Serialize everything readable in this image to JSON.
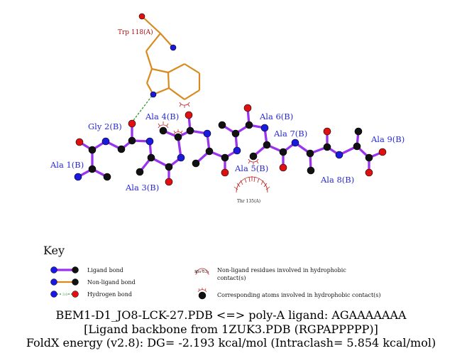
{
  "residues": {
    "trp118": "Trp 118(A)",
    "gly2": "Gly 2(B)",
    "ala1": "Ala 1(B)",
    "ala3": "Ala 3(B)",
    "ala4": "Ala 4(B)",
    "ala5": "Ala 5(B)",
    "ala6": "Ala 6(B)",
    "ala7": "Ala 7(B)",
    "ala8": "Ala 8(B)",
    "ala9": "Ala 9(B)",
    "thr135": "Thr 135(A)"
  },
  "key": {
    "title": "Key",
    "ligand_bond": "Ligand bond",
    "nonligand_bond": "Non-ligand bond",
    "hydrogen_bond": "Hydrogen bond",
    "hbond_distance": "3.0",
    "his_label": "His 53",
    "nonligand_residues_line1": "Non-ligand residues involved in hydrophobic",
    "nonligand_residues_line2": "contact(s)",
    "corresponding_atoms": "Corresponding atoms involved in hydrophobic contact(s)"
  },
  "caption": {
    "line1": "BEM1-D1_JO8-LCK-27.PDB <=> poly-A ligand: AGAAAAAAA",
    "line2": "[Ligand backbone from 1ZUK3.PDB (RGPAPPPPP)]",
    "line3": "FoldX energy (v2.8): DG= -2.193 kcal/mol (Intraclash= 5.854 kcal/mol)"
  },
  "colors": {
    "ligand_bond": "#9933ee",
    "nonligand_bond": "#d88a1e",
    "hydrogen_bond": "#2a9a2a",
    "carbon": "#111111",
    "nitrogen": "#1a1adf",
    "oxygen": "#e01010",
    "hydrophobic_arc": "#c02020"
  }
}
